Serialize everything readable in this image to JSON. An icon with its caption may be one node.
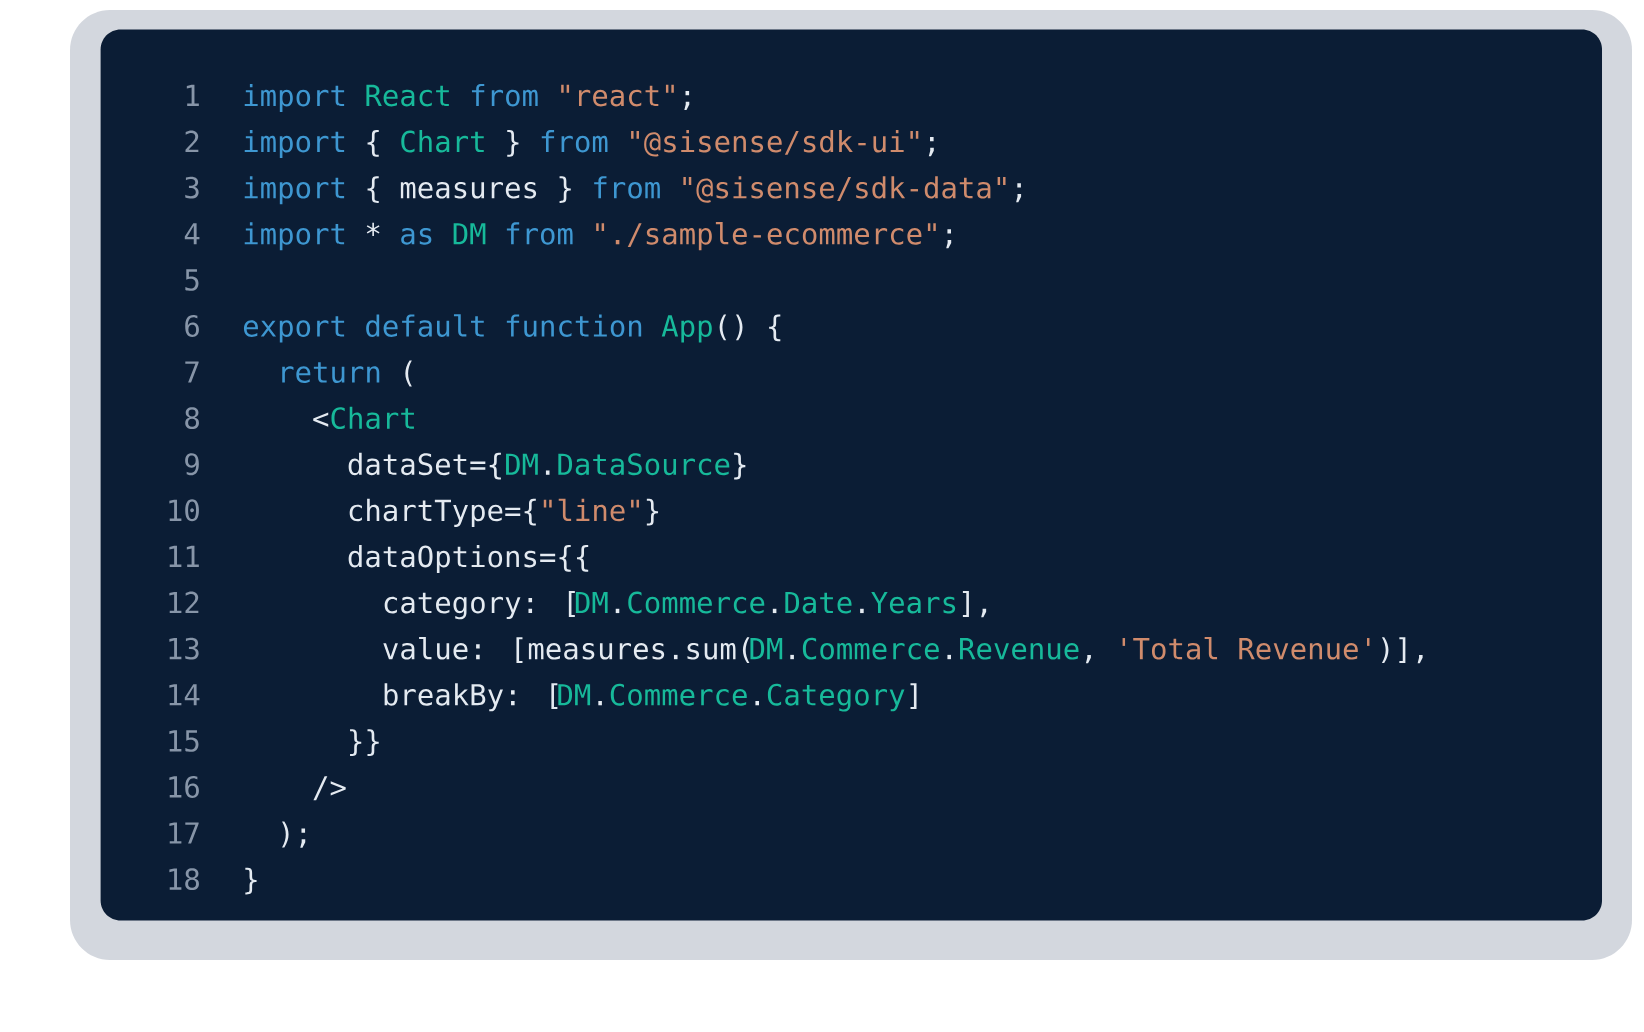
{
  "diagram": {
    "labels": [
      "1",
      "import",
      "React",
      "from",
      "\"react\"",
      ";",
      "2",
      "import",
      "{",
      "Chart",
      "}",
      "from",
      "\"@sisense/sdk-ui\"",
      ";",
      "3",
      "import",
      "{ measures }",
      "from",
      "\"@sisense/sdk-data\"",
      ";",
      "4",
      "import",
      "*",
      "as",
      "DM",
      "from",
      "\"./sample-ecommerce\"",
      ";",
      "5",
      "6",
      "export default function",
      "App",
      "() {",
      "7",
      "return",
      "(",
      "8",
      "<",
      "Chart",
      "9",
      "dataSet={",
      "DM",
      ".",
      "DataSource",
      "}",
      "10",
      "chartType={",
      "\"line\"",
      "}",
      "11",
      "dataOptions={{",
      "12",
      "category: [",
      "DM",
      ".",
      "Commerce",
      ".",
      "Date",
      ".",
      "Years",
      "],",
      "13",
      "value: [measures.sum(",
      "DM",
      ".",
      "Commerce",
      ".",
      "Revenue",
      ",",
      "'Total Revenue'",
      ")],",
      "14",
      "breakBy: [",
      "DM",
      ".",
      "Commerce",
      ".",
      "Category",
      "]",
      "15",
      "}}",
      "16",
      "/>",
      "17",
      ");",
      "18",
      "}"
    ]
  }
}
